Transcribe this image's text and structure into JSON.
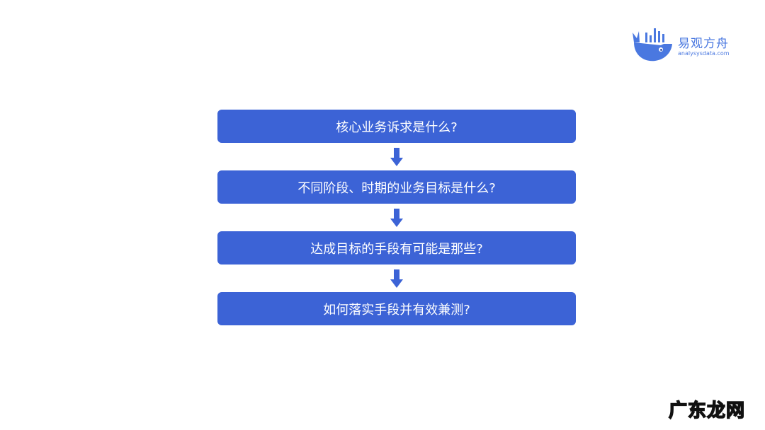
{
  "logo": {
    "name": "易观方舟",
    "domain": "analysysdata.com"
  },
  "flow": {
    "steps": [
      {
        "label": "核心业务诉求是什么?"
      },
      {
        "label": "不同阶段、时期的业务目标是什么?"
      },
      {
        "label": "达成目标的手段有可能是那些?"
      },
      {
        "label": "如何落实手段并有效兼测?"
      }
    ]
  },
  "watermark": "广东龙网",
  "colors": {
    "step_fill": "#3c63d6",
    "arrow": "#3c63d6",
    "brand": "#4a78e0"
  }
}
